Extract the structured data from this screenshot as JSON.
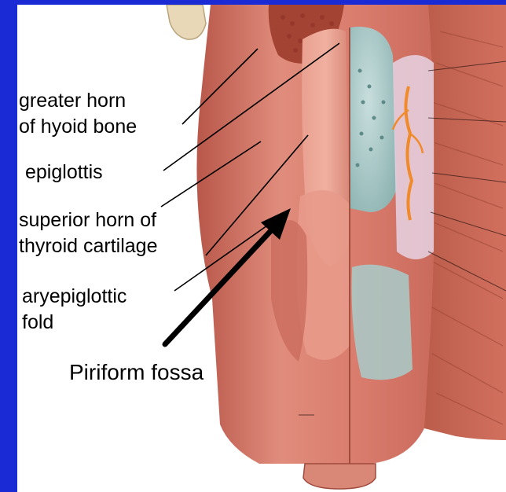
{
  "labels": {
    "greater_horn": {
      "line1": "greater horn",
      "line2": "of hyoid bone"
    },
    "epiglottis": "epiglottis",
    "superior_horn": {
      "line1": "superior horn of",
      "line2": "thyroid cartilage"
    },
    "aryepiglottic": {
      "line1": "aryepiglottic",
      "line2": "fold"
    },
    "piriform": "Piriform fossa"
  },
  "colors": {
    "frame": "#1a2bd6",
    "background": "#ffffff",
    "mucosa": "#d97b6c",
    "muscle": "#c9634f",
    "cartilage": "#9ec4c2",
    "nerve": "#f08a2a"
  }
}
